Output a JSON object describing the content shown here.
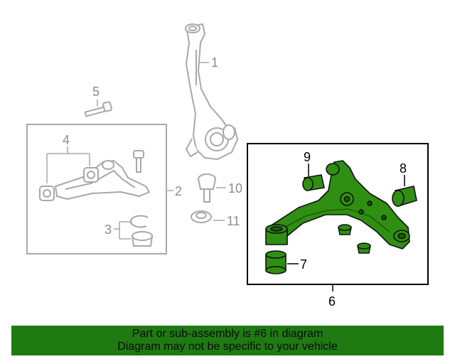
{
  "colors": {
    "highlight": "#2f8f12",
    "highlight_dark": "#1d5c0a",
    "line_grey": "#a8a8a8",
    "label_grey": "#8c8c8c",
    "banner_bg": "#1f7a12"
  },
  "callouts": {
    "c1": "1",
    "c2": "2",
    "c3": "3",
    "c4": "4",
    "c5": "5",
    "c6": "6",
    "c7": "7",
    "c8": "8",
    "c9": "9",
    "c10": "10",
    "c11": "11"
  },
  "banner": {
    "line1": "Part or sub-assembly is #6 in diagram",
    "line2": "Diagram may not be specific to your vehicle"
  }
}
